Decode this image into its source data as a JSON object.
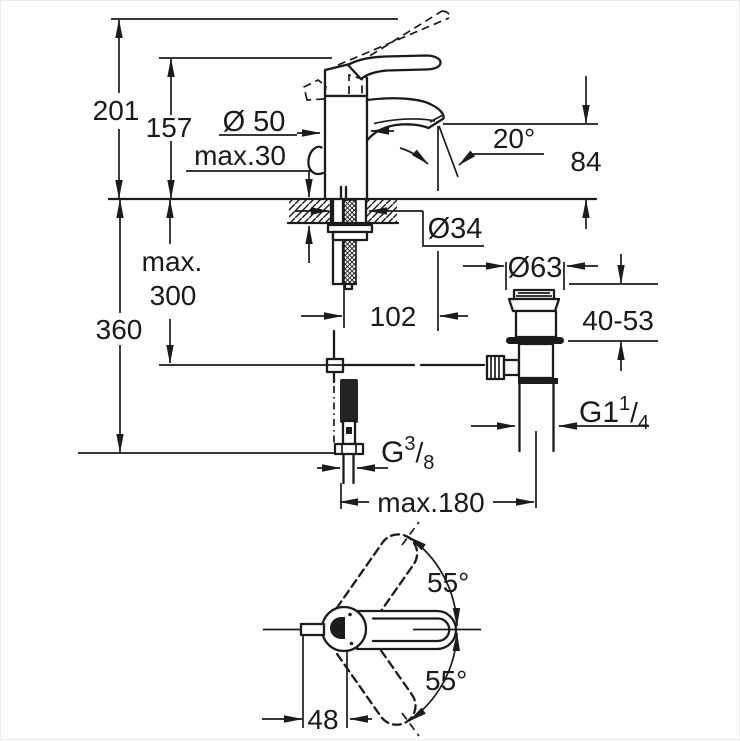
{
  "drawing": {
    "background": "#ffffff",
    "line_color": "#1b1b1b",
    "description": "Technical dimension drawing of a single-lever basin mixer with pop-up waste: side elevation with counter cross-section, waste-set detail and plan view of handle swivel range"
  },
  "dimensions": {
    "overall_height": "201",
    "height_to_lever": "157",
    "body_diameter": "Ø 50",
    "deck_thickness": "max.30",
    "spout_angle": "20°",
    "spout_height": "84",
    "hole_diameter": "Ø34",
    "install_depth_word": "max.",
    "install_depth_value": "300",
    "total_depth": "360",
    "rod_offset": "102",
    "waste_flange_diameter": "Ø63",
    "waste_deck_range": "40-53",
    "waste_thread": {
      "main": "G1",
      "sup": "1",
      "slash": "/",
      "sub": "4"
    },
    "hose_thread": {
      "main": "G",
      "sup": "3",
      "slash": "/",
      "sub": "8"
    },
    "max_reach": "max.180",
    "swivel_angle_up": "55°",
    "swivel_angle_down": "55°",
    "handle_width": "48"
  }
}
